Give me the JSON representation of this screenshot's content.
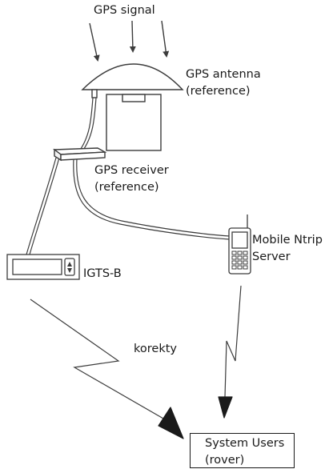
{
  "labels": {
    "gps_signal": "GPS signal",
    "antenna_line1": "GPS antenna",
    "antenna_line2": "(reference)",
    "receiver_line1": "GPS receiver",
    "receiver_line2": "(reference)",
    "mobile_line1": "Mobile Ntrip",
    "mobile_line2": "Server",
    "igts": "IGTS-B",
    "korekty": "korekty",
    "users_line1": "System Users",
    "users_line2": "(rover)"
  },
  "colors": {
    "stroke": "#3c3c3c",
    "text": "#1a1a1a",
    "background": "#ffffff"
  }
}
